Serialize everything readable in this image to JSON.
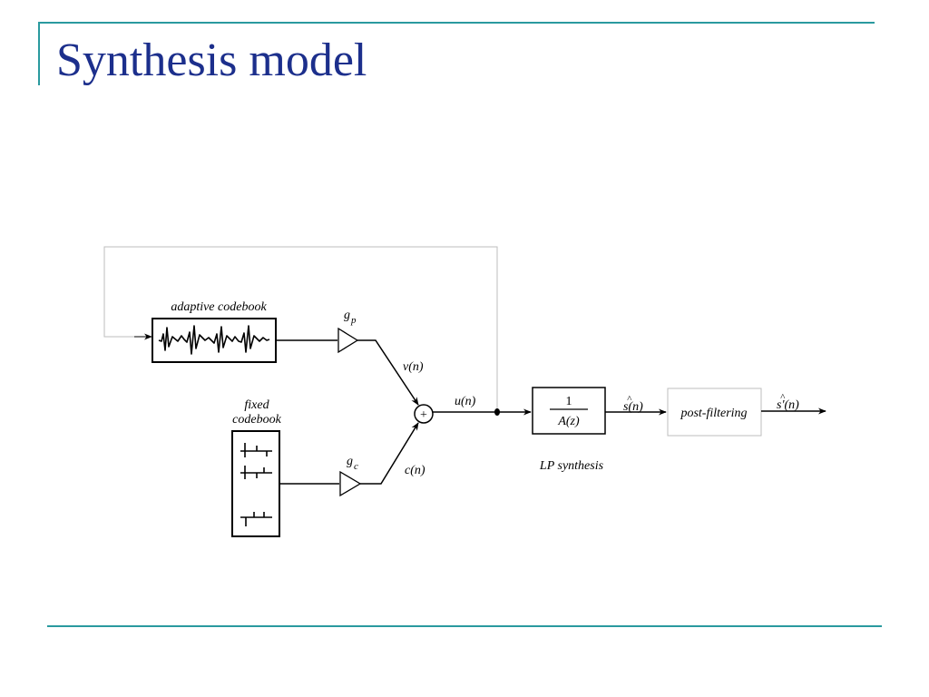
{
  "slide": {
    "title": "Synthesis model"
  },
  "diagram": {
    "adaptive_codebook_label": "adaptive codebook",
    "fixed_codebook_label_line1": "fixed",
    "fixed_codebook_label_line2": "codebook",
    "gain_p": {
      "base": "g",
      "sub": "p"
    },
    "gain_c": {
      "base": "g",
      "sub": "c"
    },
    "signal_v": "v(n)",
    "signal_c": "c(n)",
    "signal_u": "u(n)",
    "adder_symbol": "+",
    "lp_filter": {
      "numerator": "1",
      "denominator": "A(z)",
      "caption": "LP synthesis"
    },
    "signal_s_hat": {
      "hat": "^",
      "text": "s(n)"
    },
    "post_filter_label": "post-filtering",
    "signal_s_hat_prime": {
      "hat": "^",
      "text": "s'(n)"
    }
  }
}
